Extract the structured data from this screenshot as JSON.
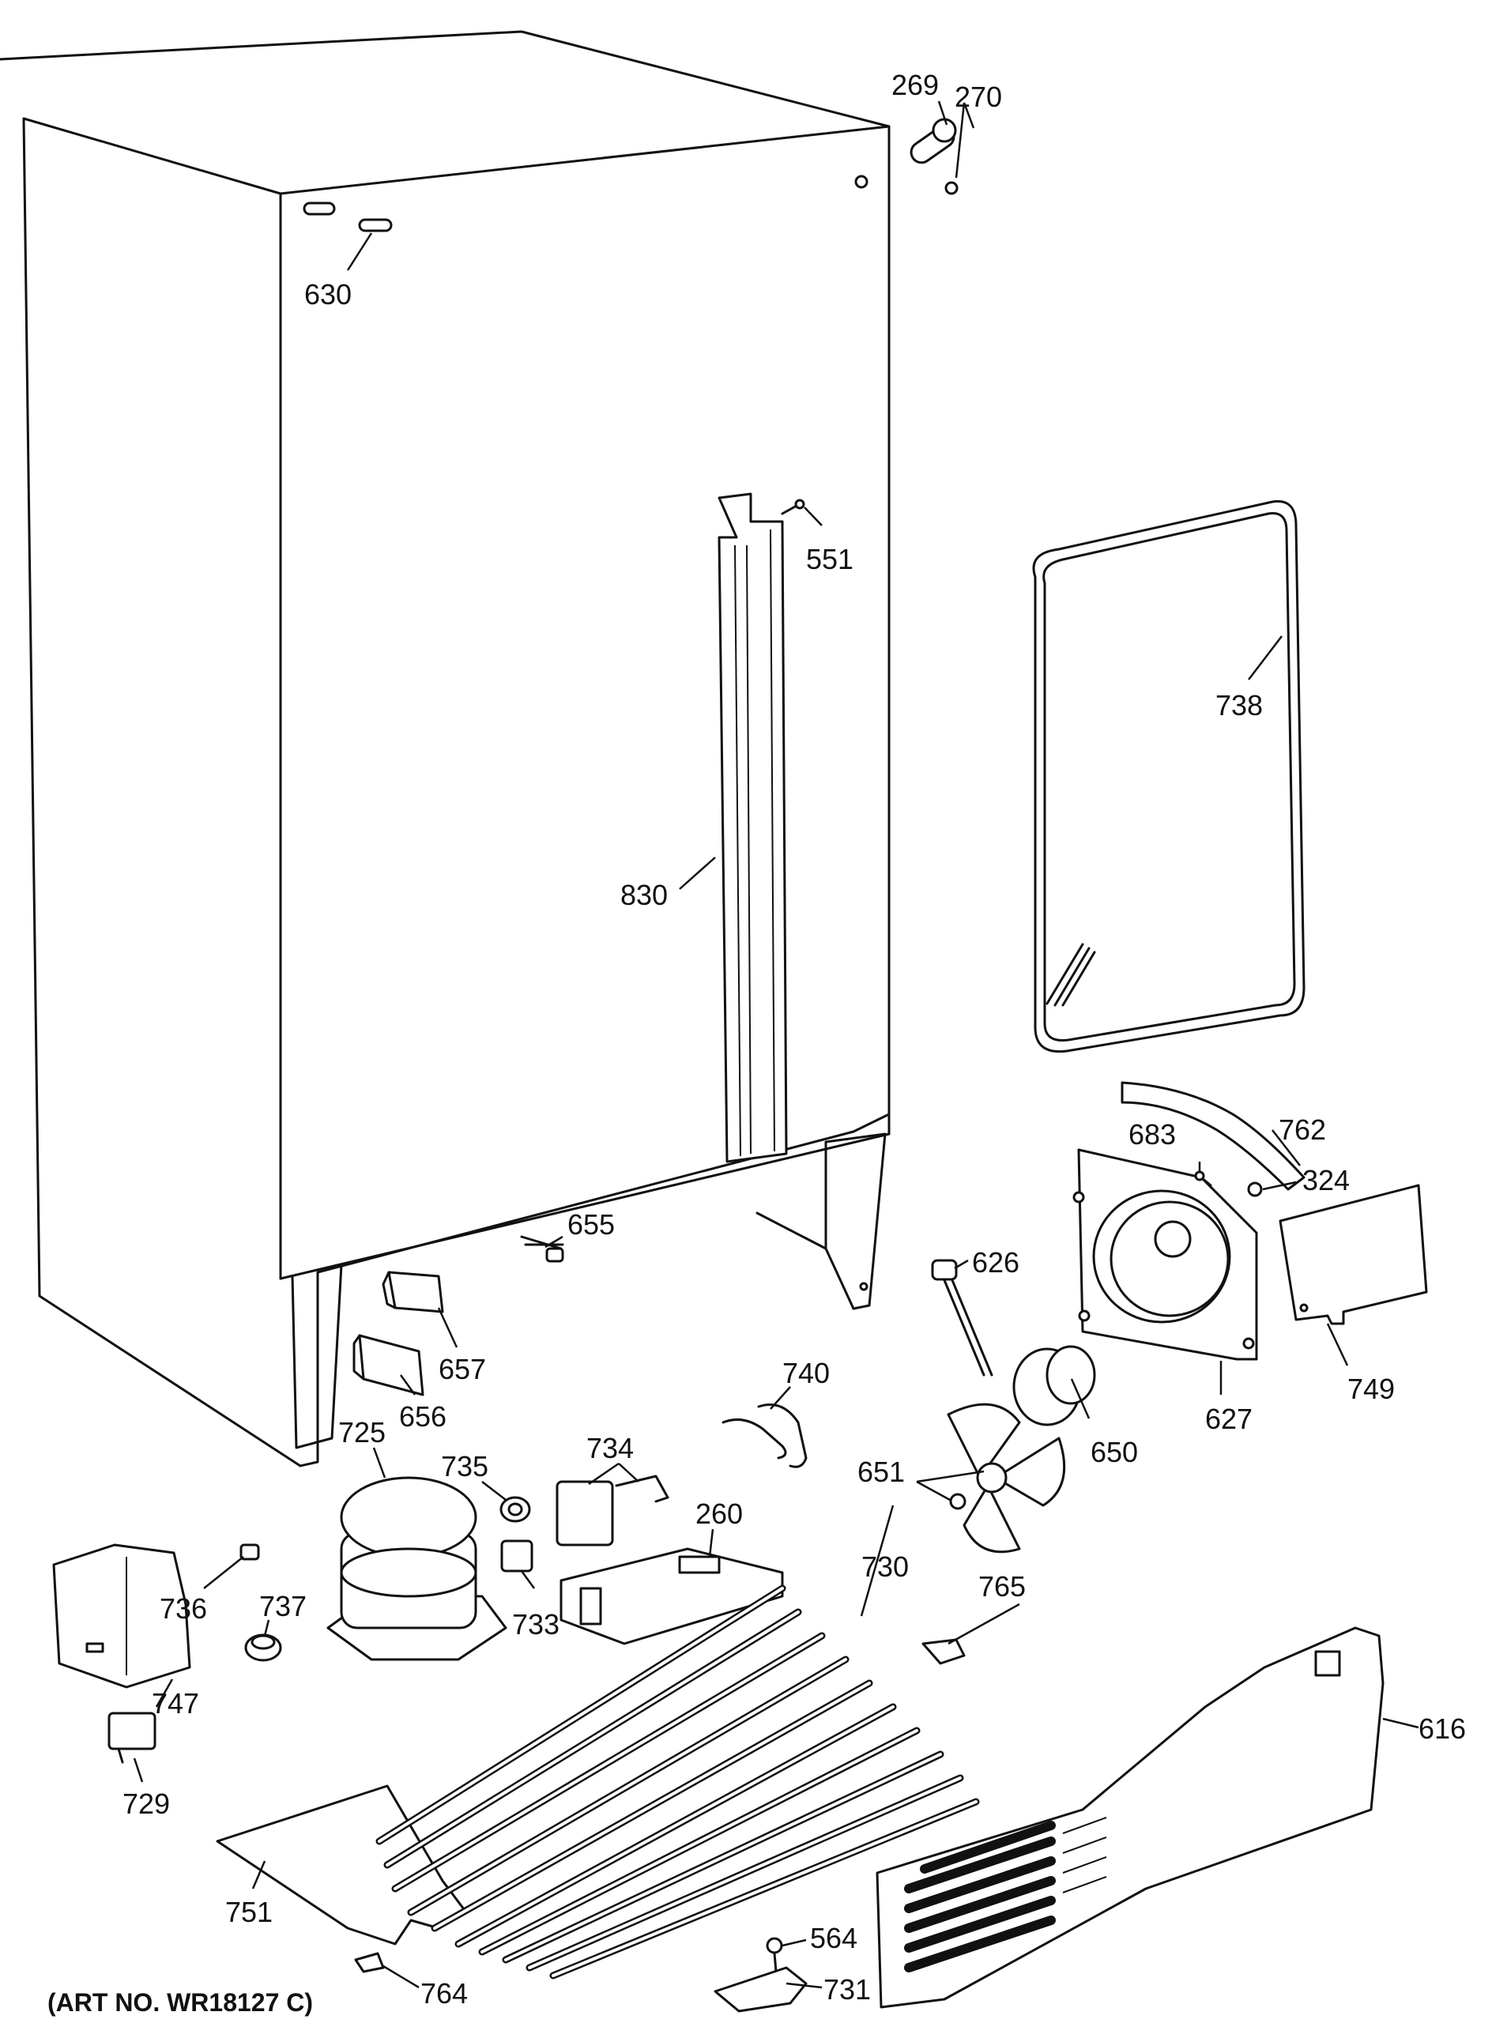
{
  "art_number": "(ART NO. WR18127 C)",
  "labels": {
    "p269": "269",
    "p270": "270",
    "p630": "630",
    "p551": "551",
    "p738": "738",
    "p830": "830",
    "p762": "762",
    "p683": "683",
    "p324": "324",
    "p655": "655",
    "p626": "626",
    "p657": "657",
    "p656": "656",
    "p740": "740",
    "p749": "749",
    "p627": "627",
    "p725": "725",
    "p734": "734",
    "p735": "735",
    "p650": "650",
    "p651": "651",
    "p260": "260",
    "p730": "730",
    "p736": "736",
    "p737": "737",
    "p765": "765",
    "p733": "733",
    "p747": "747",
    "p616": "616",
    "p729": "729",
    "p751": "751",
    "p564": "564",
    "p764": "764",
    "p731": "731"
  }
}
